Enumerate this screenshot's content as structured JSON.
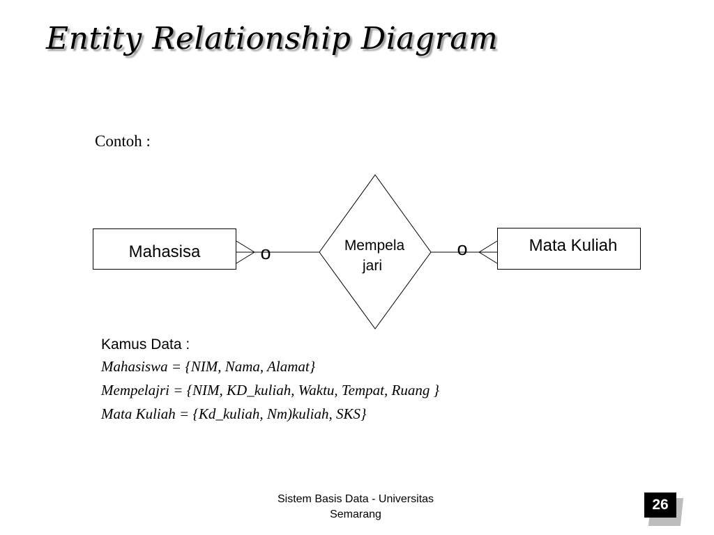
{
  "slide": {
    "title": "Entity Relationship Diagram",
    "subtitle": "Contoh :"
  },
  "diagram": {
    "entity_left": "Mahasisa",
    "entity_right": "Mata Kuliah",
    "relationship_line1": "Mempela",
    "relationship_line2": "jari",
    "cardinality_left": "o",
    "cardinality_right": "o"
  },
  "kamus": {
    "heading": "Kamus Data :",
    "lines": [
      "Mahasiswa = {NIM, Nama, Alamat}",
      "Mempelajri = {NIM, KD_kuliah, Waktu, Tempat, Ruang }",
      "Mata Kuliah = {Kd_kuliah, Nm)kuliah, SKS}"
    ]
  },
  "footer": {
    "line1": "Sistem Basis Data - Universitas",
    "line2": "Semarang",
    "page_number": "26"
  }
}
